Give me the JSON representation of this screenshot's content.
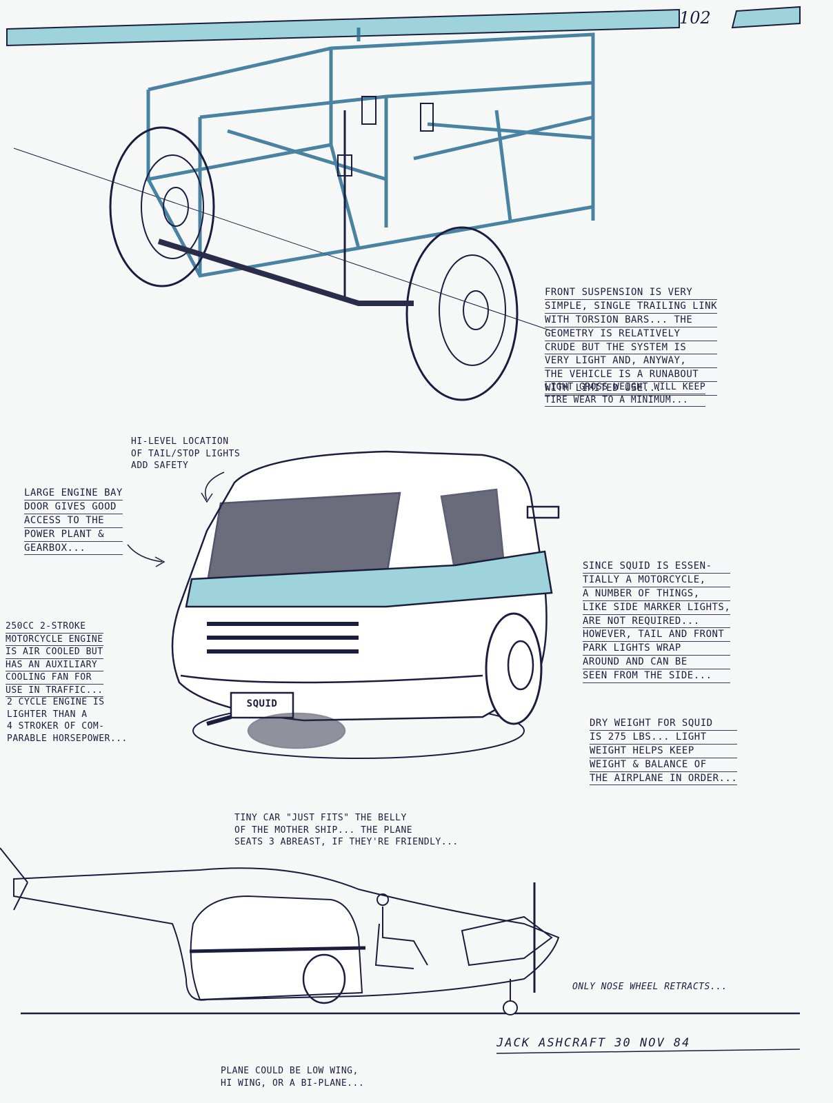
{
  "page_number": "102",
  "colors": {
    "accent": "#9ed3dc",
    "ink": "#1a1d3d",
    "paper": "#f6f8f8"
  },
  "notes": {
    "front_suspension": [
      "FRONT SUSPENSION IS VERY",
      "SIMPLE, SINGLE TRAILING LINK",
      "WITH TORSION BARS... THE",
      "GEOMETRY IS RELATIVELY",
      "CRUDE BUT THE SYSTEM IS",
      "VERY LIGHT AND, ANYWAY,",
      "THE VEHICLE IS A RUNABOUT",
      "WITH LIMITED USE..."
    ],
    "tire_wear": [
      "LIGHT GROSS WEIGHT WILL KEEP",
      "TIRE WEAR TO A MINIMUM..."
    ],
    "tail_lights": [
      "HI-LEVEL LOCATION",
      "OF TAIL/STOP LIGHTS",
      "ADD SAFETY"
    ],
    "engine_bay": [
      "LARGE ENGINE BAY",
      "DOOR GIVES GOOD",
      "ACCESS TO THE",
      "POWER PLANT &",
      "GEARBOX..."
    ],
    "motorcycle": [
      "SINCE SQUID IS ESSEN-",
      "TIALLY A MOTORCYCLE,",
      "A NUMBER OF THINGS,",
      "LIKE SIDE MARKER LIGHTS,",
      "ARE NOT REQUIRED...",
      "HOWEVER, TAIL AND FRONT",
      "PARK LIGHTS WRAP",
      "AROUND AND CAN BE",
      "SEEN FROM THE SIDE..."
    ],
    "engine_250": [
      "250CC 2-STROKE",
      "MOTORCYCLE ENGINE",
      "IS AIR COOLED BUT",
      "HAS AN AUXILIARY",
      "COOLING FAN FOR",
      "USE IN TRAFFIC..."
    ],
    "two_cycle": [
      "2 CYCLE ENGINE IS",
      "LIGHTER THAN A",
      "4 STROKER OF COM-",
      "PARABLE HORSEPOWER..."
    ],
    "dry_weight": [
      "DRY WEIGHT FOR SQUID",
      "IS 275 LBS... LIGHT",
      "WEIGHT HELPS KEEP",
      "WEIGHT & BALANCE OF",
      "THE AIRPLANE IN ORDER..."
    ],
    "tiny_car": [
      "TINY CAR \"JUST FITS\" THE BELLY",
      "OF THE MOTHER SHIP... THE PLANE",
      "SEATS 3 ABREAST, IF THEY'RE FRIENDLY..."
    ],
    "nose_wheel": "ONLY NOSE WHEEL RETRACTS...",
    "plane_wing": [
      "PLANE COULD BE LOW WING,",
      "HI WING, OR A BI-PLANE..."
    ],
    "signature": "JACK ASHCRAFT 30 NOV 84"
  },
  "license_plate": "SQUID"
}
